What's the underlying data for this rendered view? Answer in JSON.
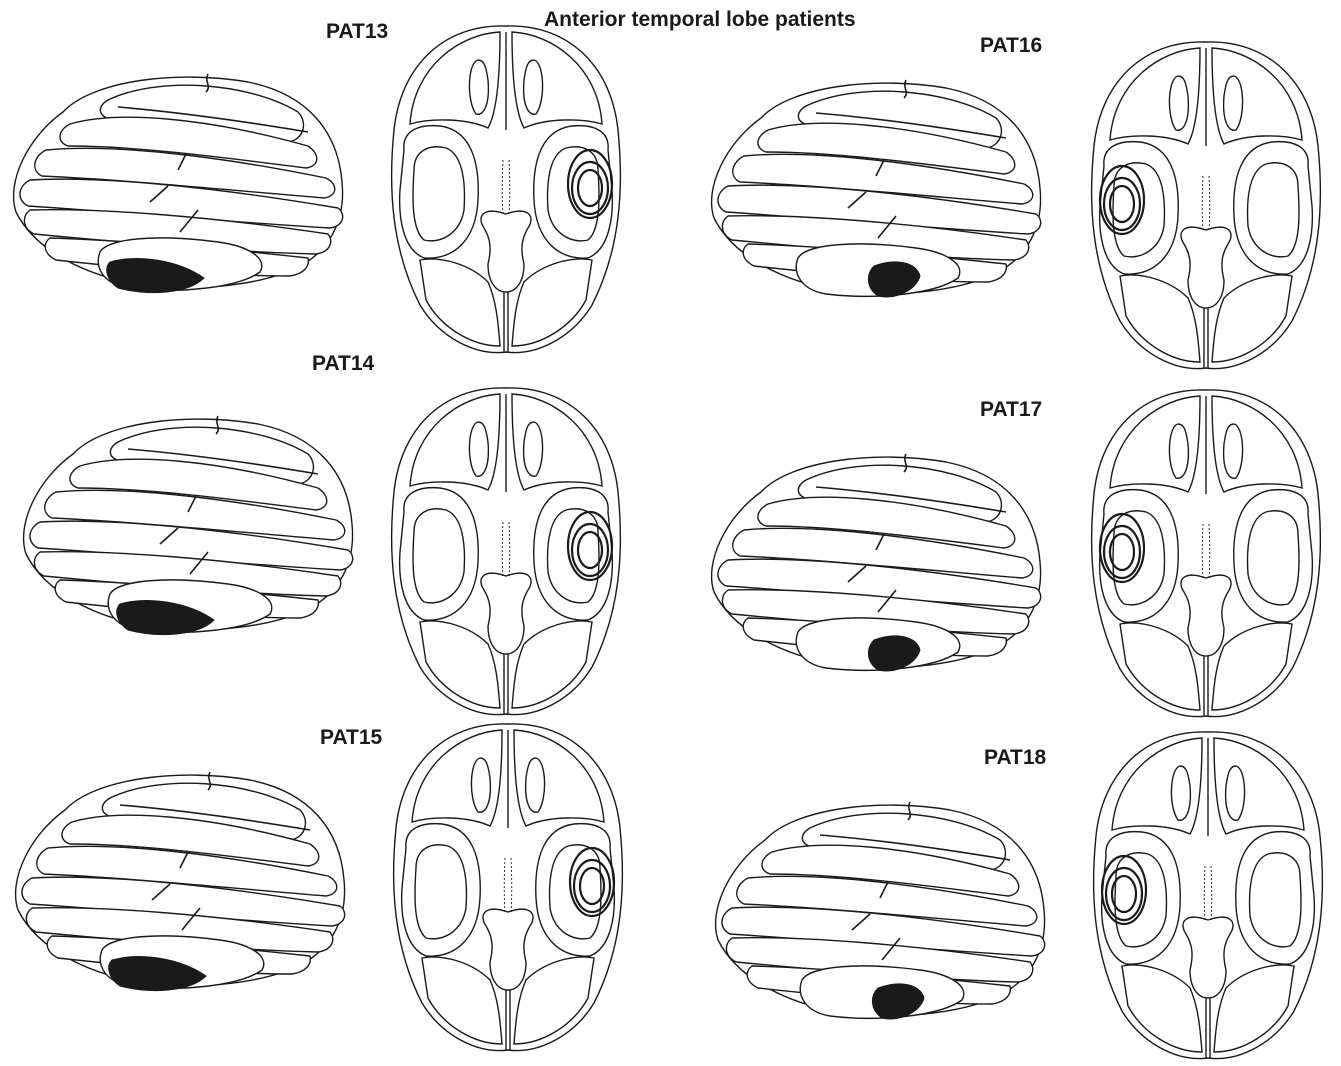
{
  "figure": {
    "title": "Anterior temporal lobe patients",
    "patients": [
      {
        "id": "PAT13",
        "lesion_hemisphere": "right",
        "lateral_view": "left"
      },
      {
        "id": "PAT14",
        "lesion_hemisphere": "right",
        "lateral_view": "left"
      },
      {
        "id": "PAT15",
        "lesion_hemisphere": "right",
        "lateral_view": "left"
      },
      {
        "id": "PAT16",
        "lesion_hemisphere": "left",
        "lateral_view": "right"
      },
      {
        "id": "PAT17",
        "lesion_hemisphere": "left",
        "lateral_view": "right"
      },
      {
        "id": "PAT18",
        "lesion_hemisphere": "left",
        "lateral_view": "right"
      }
    ]
  },
  "colors": {
    "line": "#1a1a1a",
    "lesion_fill": "#1a1a1a",
    "background": "#ffffff"
  }
}
